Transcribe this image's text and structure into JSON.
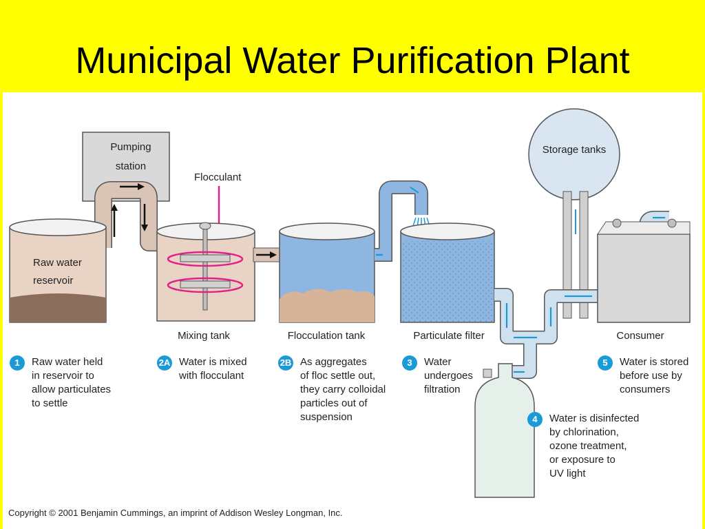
{
  "title": "Municipal Water Purification Plant",
  "labels": {
    "pumping_station_1": "Pumping",
    "pumping_station_2": "station",
    "flocculant": "Flocculant",
    "raw_water_1": "Raw water",
    "raw_water_2": "reservoir",
    "storage_tanks": "Storage tanks",
    "mixing_tank": "Mixing tank",
    "flocculation_tank": "Flocculation tank",
    "particulate_filter": "Particulate filter",
    "consumer": "Consumer"
  },
  "steps": [
    {
      "badge": "1",
      "lines": [
        "Raw water held",
        "in reservoir to",
        "allow particulates",
        "to settle"
      ]
    },
    {
      "badge": "2A",
      "lines": [
        "Water is mixed",
        "with flocculant"
      ]
    },
    {
      "badge": "2B",
      "lines": [
        "As aggregates",
        "of floc settle out,",
        "they carry colloidal",
        "particles out of",
        "suspension"
      ]
    },
    {
      "badge": "3",
      "lines": [
        "Water",
        "undergoes",
        "filtration"
      ]
    },
    {
      "badge": "5",
      "lines": [
        "Water is stored",
        "before use by",
        "consumers"
      ]
    },
    {
      "badge": "4",
      "lines": [
        "Water is disinfected",
        "by chlorination,",
        "ozone treatment,",
        "or exposure to",
        "UV light"
      ]
    }
  ],
  "copyright": "Copyright © 2001 Benjamin Cummings, an imprint of Addison Wesley Longman, Inc.",
  "colors": {
    "title_bg": "#ffff00",
    "water_blue": "#8fb6e0",
    "raw_water": "#e9d3c4",
    "sediment": "#8a6d5b",
    "pipe": "#d9c4b5",
    "accent_blue": "#1a9ad6",
    "flocculant_arrow": "#e0218a"
  }
}
